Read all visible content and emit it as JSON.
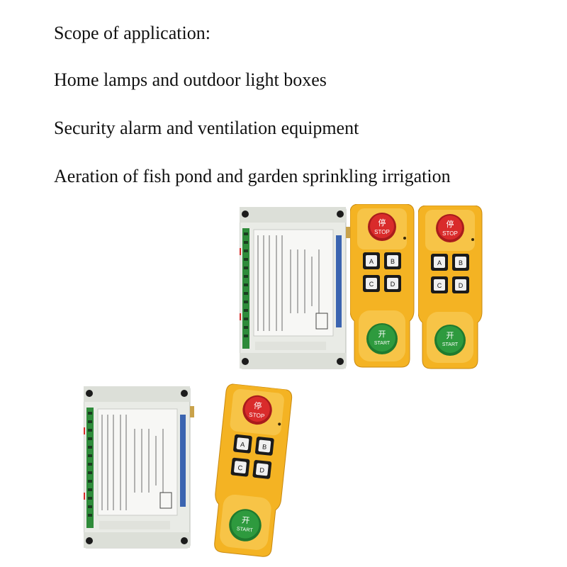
{
  "text": {
    "heading": "Scope of application:",
    "items": [
      "Home lamps and outdoor light boxes",
      "Security alarm and ventilation equipment",
      "Aeration of fish pond and garden sprinkling irrigation"
    ]
  },
  "remote": {
    "stop_cn": "停",
    "stop_en": "STOP",
    "start_cn": "开",
    "start_en": "START",
    "keys": [
      "A",
      "B",
      "C",
      "D"
    ]
  },
  "colors": {
    "remote_body": "#f4b323",
    "stop_button": "#d92b2b",
    "start_button": "#2e9a3e",
    "receiver_case": "#e9ebe6",
    "terminal_green": "#2e8b3a"
  }
}
